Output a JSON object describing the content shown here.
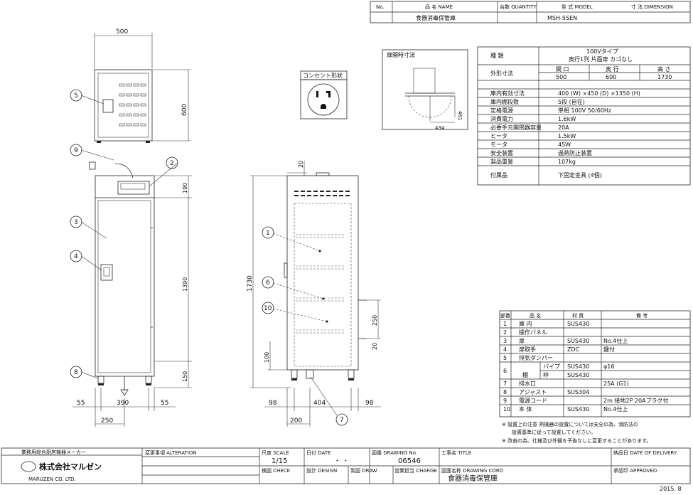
{
  "header": {
    "no_label": "No.",
    "name_label": "品 名 NAME",
    "qty_label": "台数 QUANTITY",
    "model_label": "型 式 MODEL",
    "dim_label": "寸 法 DIMENSION",
    "name_value": "食器消毒保管庫",
    "model_value": "MSH-5SEN"
  },
  "door_swing": {
    "title": "扉開時寸法",
    "d1": "461",
    "d2": "434"
  },
  "outlet": {
    "title": "コンセント形状"
  },
  "specs": {
    "rows": [
      {
        "label": "種 類",
        "value": "100Vタイプ\n奥行1列 片面扉 カゴなし"
      },
      {
        "label": "庫内有効寸法",
        "value": "400 (W) ×450 (D) ×1350 (H)"
      },
      {
        "label": "庫内棚段数",
        "value": "5段 (自在)"
      },
      {
        "label": "定格電源",
        "value": "単相 100V 50/60Hz"
      },
      {
        "label": "消費電力",
        "value": "1.6kW"
      },
      {
        "label": "必要手元開閉器容量",
        "value": "20A"
      },
      {
        "label": "ヒータ",
        "value": "1.5kW"
      },
      {
        "label": "モータ",
        "value": "45W"
      },
      {
        "label": "安全装置",
        "value": "過熱防止装置"
      },
      {
        "label": "製品重量",
        "value": "107kg"
      },
      {
        "label": "付属品",
        "value": "下固定金具 (4個)"
      }
    ],
    "outer_label": "外形寸法",
    "outer_headers": [
      "間 口",
      "奥 行",
      "高 さ"
    ],
    "outer_values": [
      "500",
      "600",
      "1730"
    ]
  },
  "parts": {
    "headers": [
      "部番",
      "品 名",
      "材 質",
      "備 考"
    ],
    "rows": [
      [
        "1",
        "庫 内",
        "SUS430",
        ""
      ],
      [
        "2",
        "操作パネル",
        "",
        ""
      ],
      [
        "3",
        "扉",
        "SUS430",
        "No.4仕上"
      ],
      [
        "4",
        "扉取手",
        "ZDC",
        "鍵付"
      ],
      [
        "5",
        "排気ダンパー",
        "",
        ""
      ],
      [
        "6",
        "パイプ",
        "SUS430",
        "φ16"
      ],
      [
        "",
        "枠",
        "SUS430",
        ""
      ],
      [
        "7",
        "排水口",
        "",
        "25A (G1)"
      ],
      [
        "8",
        "アジャスト",
        "SUS304",
        ""
      ],
      [
        "9",
        "電源コード",
        "",
        "2m 接地2P 20Aプラグ付"
      ],
      [
        "10",
        "本 体",
        "SUS430",
        "No.4仕上"
      ]
    ],
    "shelf_label": "棚",
    "notes": [
      "※ 設置上の注意 熱機器の設置については安全の為、消防法の",
      "設置基準に従って設置してください。",
      "※ 改善の為、仕様及び外観を予告なしに変更することがあります。"
    ]
  },
  "dims_top": {
    "w": "500",
    "d": "600"
  },
  "dims_front": {
    "h1": "190",
    "h2": "1390",
    "h3": "150",
    "w1": "55",
    "w2": "390",
    "w3": "55",
    "w4": "250"
  },
  "dims_side": {
    "top": "20",
    "total": "1730",
    "b1": "250",
    "b2": "20",
    "b3": "100",
    "s1": "98",
    "s2": "404",
    "s3": "98",
    "s4": "200"
  },
  "balloons": [
    "1",
    "2",
    "3",
    "4",
    "5",
    "6",
    "7",
    "8",
    "9",
    "10"
  ],
  "titleblock": {
    "company_line": "業務用総合厨房機器メーカー",
    "company": "株式会社マルゼン",
    "company_en": "MARUZEN CO. LTD.",
    "alteration": "変更事項 ALTERATION",
    "scale_label": "尺度 SCALE",
    "scale_value": "1/15",
    "date_label": "日付 DATE",
    "date_value": "・ ・",
    "drawing_no_label": "図番 DRAWING No.",
    "drawing_no": "06546",
    "title_label": "工事名 TITLE",
    "delivery_label": "納品日 DATE OF DELIVERY",
    "check_label": "検図 CHECK",
    "design_label": "設計 DESIGN",
    "draw_label": "製図 DRAW",
    "charge_label": "営業担当 CHARGE",
    "cord_label": "図面名称 DRAWING CORD",
    "cord_value": "食器消毒保管庫",
    "approved_label": "承認印 APPROVED",
    "issue_date": "2015. 8"
  }
}
